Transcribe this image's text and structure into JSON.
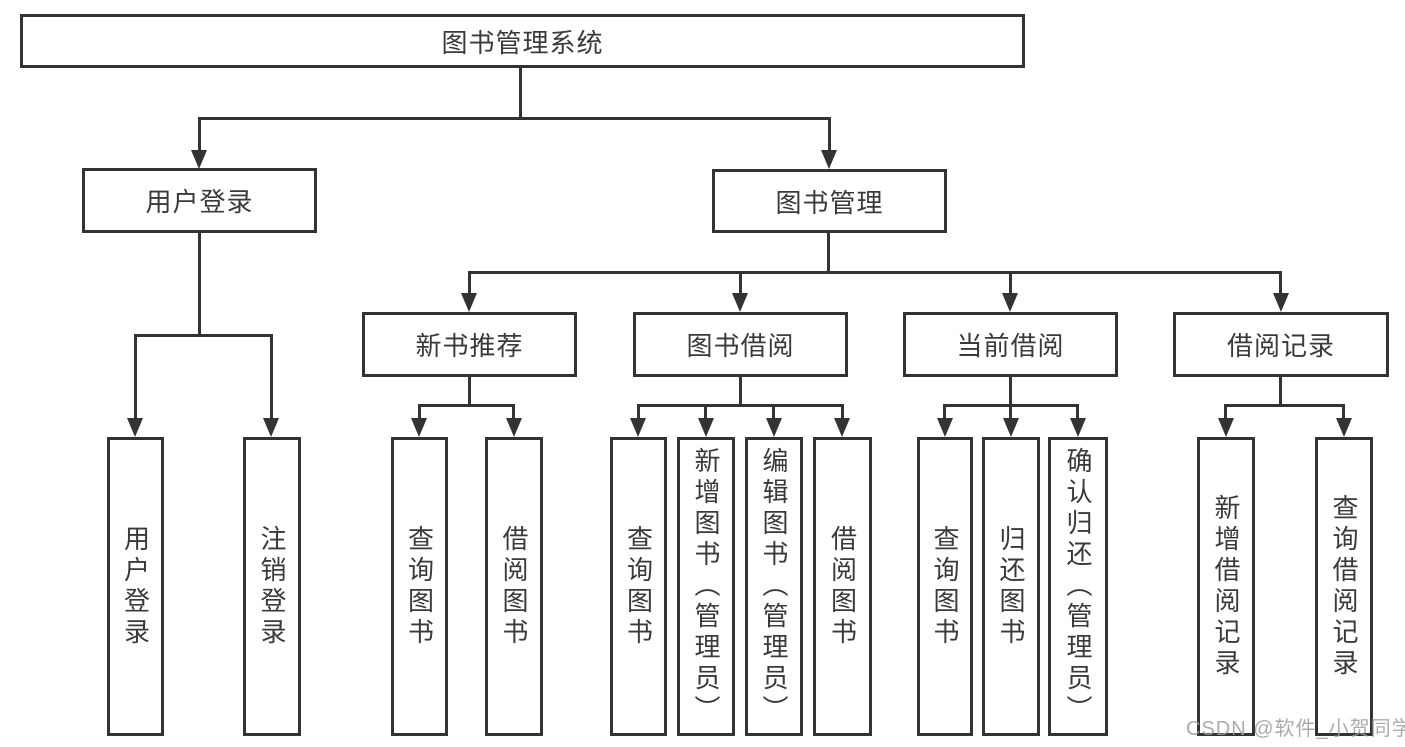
{
  "watermark": "CSDN @软件_小贺同学",
  "colors": {
    "line": "#333333",
    "text": "#3a3a3a",
    "box_background": "#ffffff",
    "watermark": "#9e9e9e"
  },
  "tree": {
    "label": "图书管理系统",
    "children": [
      {
        "label": "用户登录",
        "children": [
          {
            "label": "用户登录"
          },
          {
            "label": "注销登录"
          }
        ]
      },
      {
        "label": "图书管理",
        "children": [
          {
            "label": "新书推荐",
            "children": [
              {
                "label": "查询图书"
              },
              {
                "label": "借阅图书"
              }
            ]
          },
          {
            "label": "图书借阅",
            "children": [
              {
                "label": "查询图书"
              },
              {
                "label": "新增图书（管理员）"
              },
              {
                "label": "编辑图书（管理员）"
              },
              {
                "label": "借阅图书"
              }
            ]
          },
          {
            "label": "当前借阅",
            "children": [
              {
                "label": "查询图书"
              },
              {
                "label": "归还图书"
              },
              {
                "label": "确认归还（管理员）"
              }
            ]
          },
          {
            "label": "借阅记录",
            "children": [
              {
                "label": "新增借阅记录"
              },
              {
                "label": "查询借阅记录"
              }
            ]
          }
        ]
      }
    ]
  }
}
